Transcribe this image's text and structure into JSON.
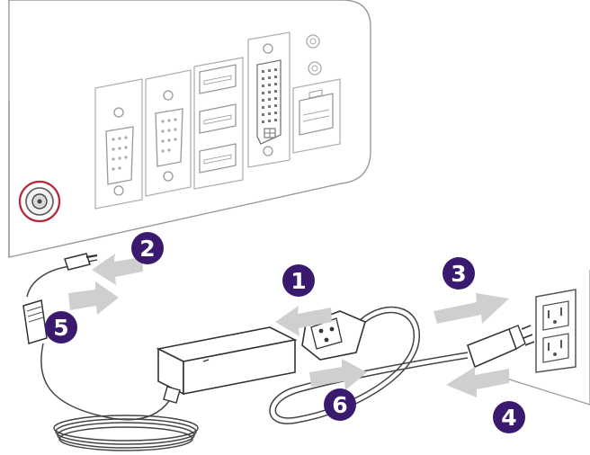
{
  "diagram": {
    "steps": [
      {
        "number": "1"
      },
      {
        "number": "2"
      },
      {
        "number": "3"
      },
      {
        "number": "4"
      },
      {
        "number": "5"
      },
      {
        "number": "6"
      }
    ],
    "colors": {
      "badge": "#3a1a6e",
      "badge_text": "#ffffff",
      "power_jack_ring": "#b5273a",
      "arrow_fill": "#cfcfcf",
      "line": "#444444",
      "panel_line": "#9a9a9a"
    }
  }
}
